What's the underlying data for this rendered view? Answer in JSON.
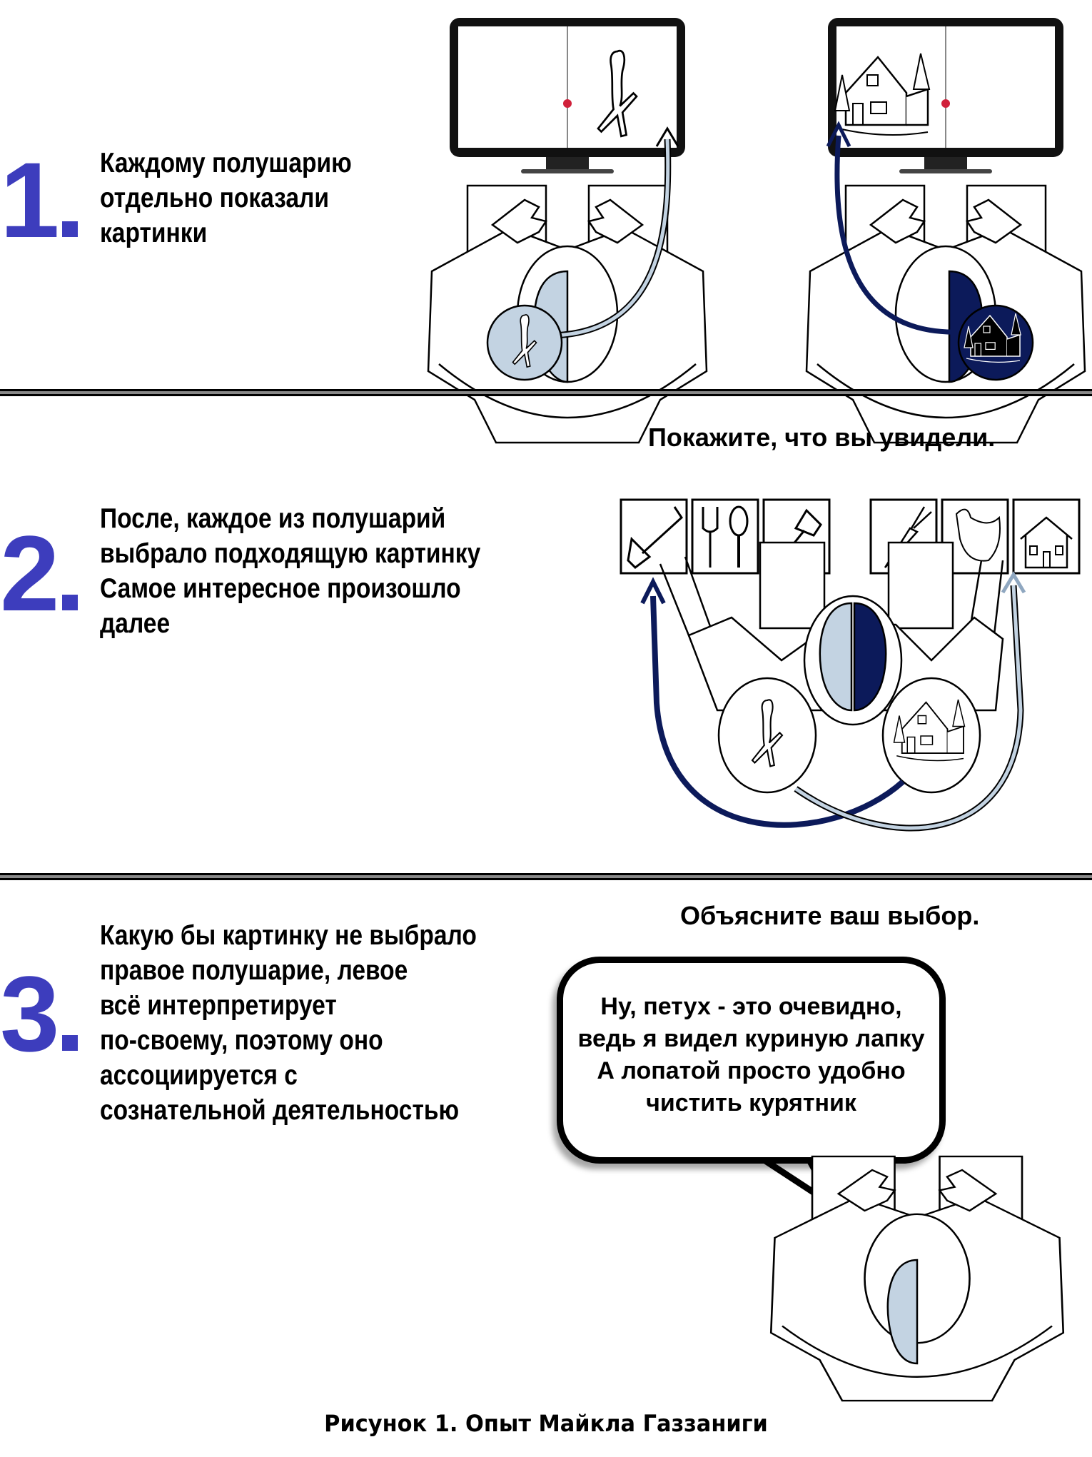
{
  "colors": {
    "accent_number": "#3d3dbd",
    "hemisphere_light": "#c3d3e2",
    "hemisphere_dark": "#0c1a5a",
    "focus_dot": "#d0203a"
  },
  "sections": [
    {
      "number": "1",
      "description_lines": [
        "Каждому полушарию",
        "отдельно показали",
        "картинки"
      ],
      "illustrations": [
        {
          "monitor_image": "chicken-claw",
          "hemisphere": "left",
          "color": "light"
        },
        {
          "monitor_image": "snowy-house",
          "hemisphere": "right",
          "color": "dark"
        }
      ]
    },
    {
      "number": "2",
      "description_lines": [
        "После, каждое из полушарий",
        "выбрало подходящую картинку",
        "Самое интересное произошло",
        "далее"
      ],
      "prompt": "Покажите, что вы увидели.",
      "cards_left": [
        "shovel",
        "fork-and-spoon",
        "axe"
      ],
      "cards_right": [
        "carrot",
        "chicken",
        "house"
      ]
    },
    {
      "number": "3",
      "description_lines": [
        "Какую бы картинку не выбрало",
        "правое полушарие, левое",
        "всё интерпретирует",
        "по-своему, поэтому оно",
        "ассоциируется с",
        "сознательной деятельностью"
      ],
      "prompt": "Объясните ваш выбор.",
      "speech_lines": [
        "Ну, петух - это очевидно,",
        "ведь я видел куриную лапку",
        "А лопатой просто удобно",
        "чистить курятник"
      ]
    }
  ],
  "figure_caption": "Рисунок 1. Опыт Майкла Газзаниги"
}
